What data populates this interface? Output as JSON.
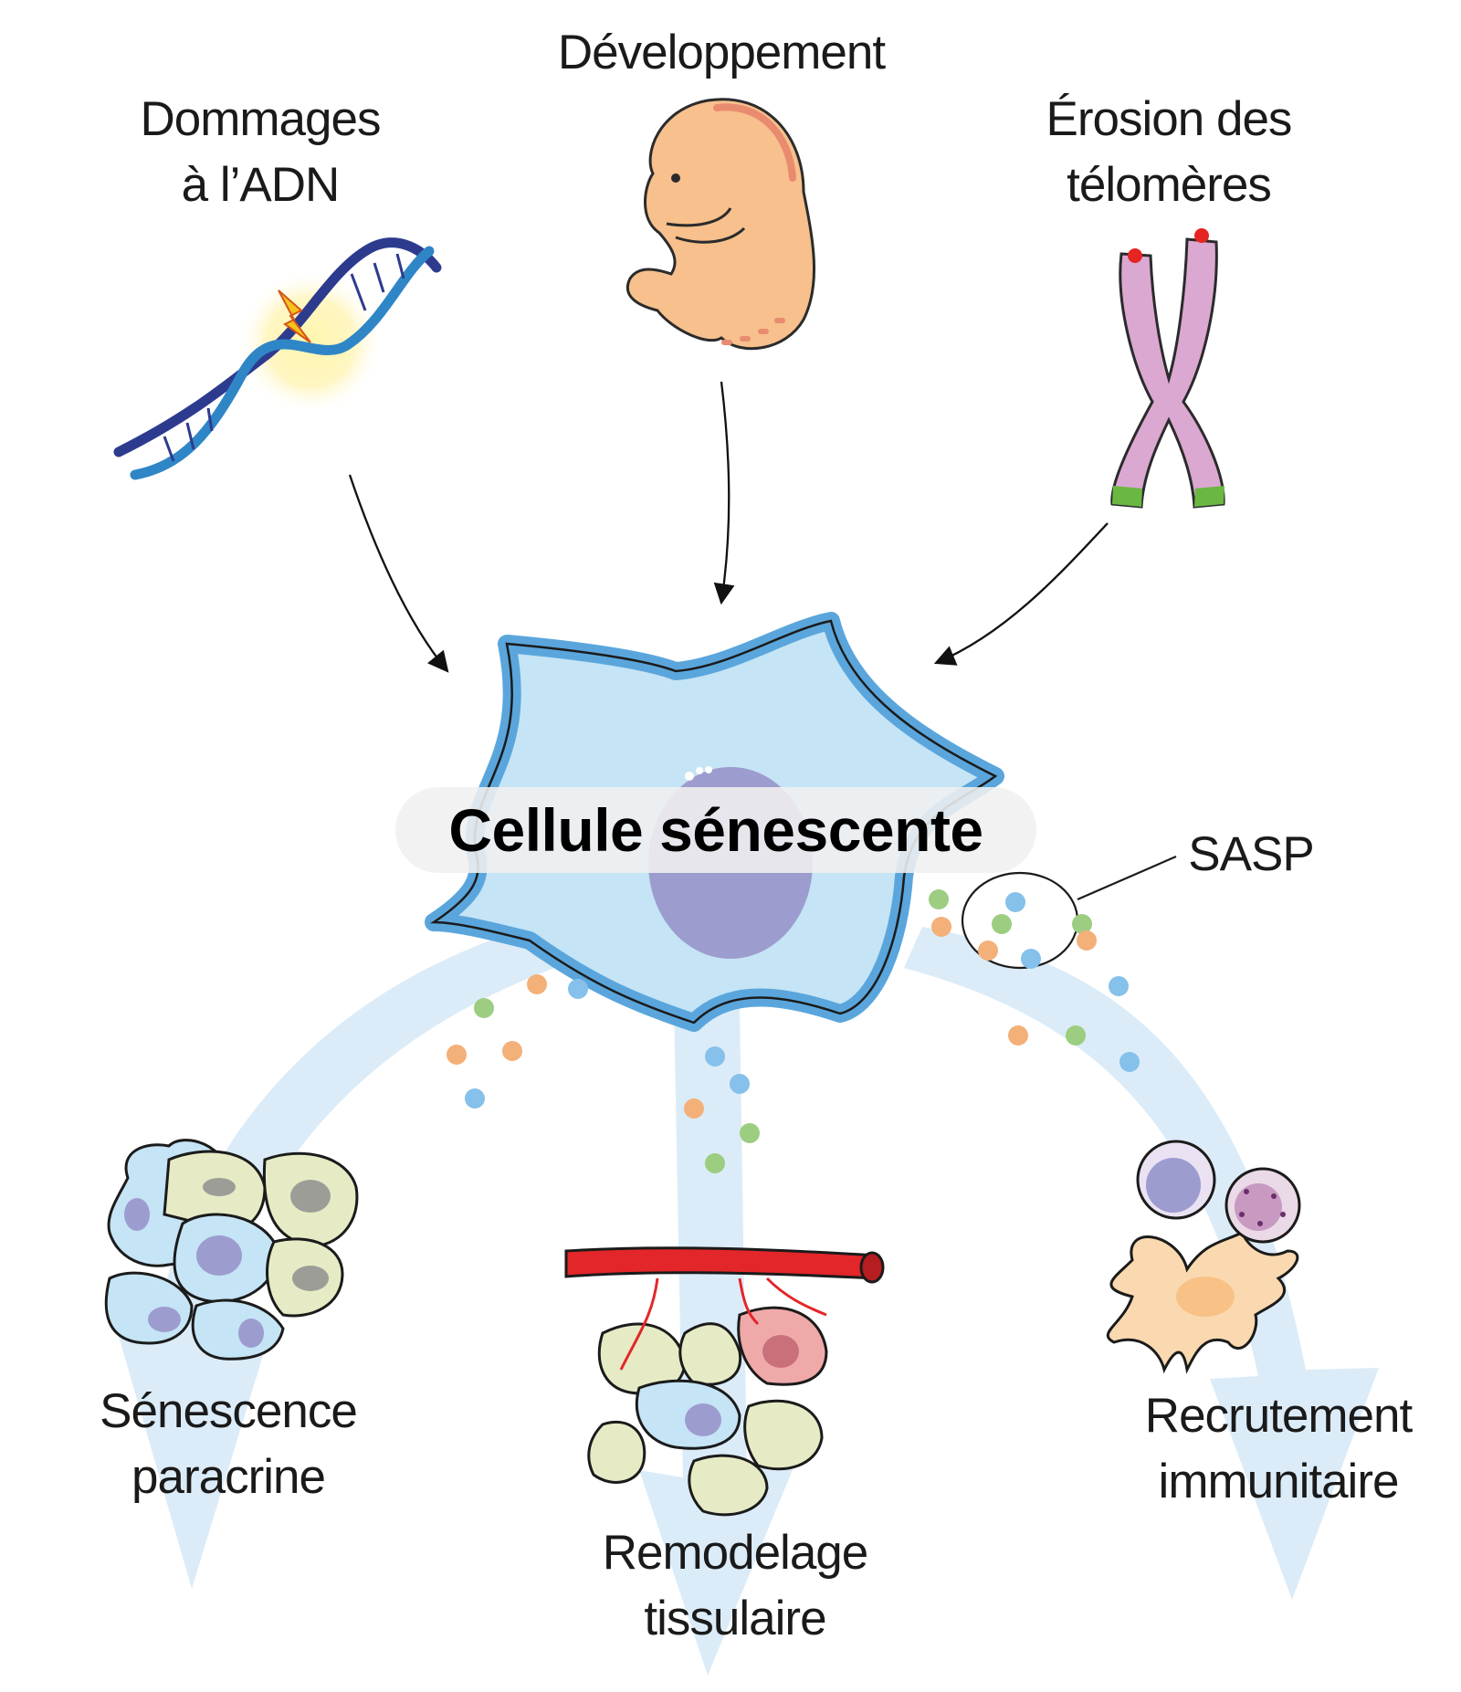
{
  "center": {
    "title": "Cellule sénescente"
  },
  "causes": [
    {
      "id": "dna",
      "lines": [
        "Dommages",
        "à l’ADN"
      ],
      "icon": "dna-damage-icon"
    },
    {
      "id": "dev",
      "lines": [
        "Développement"
      ],
      "icon": "embryo-icon"
    },
    {
      "id": "telo",
      "lines": [
        "Érosion des",
        "télomères"
      ],
      "icon": "chromosome-icon"
    }
  ],
  "sasp": {
    "label": "SASP"
  },
  "outcomes": [
    {
      "id": "paracrine",
      "lines": [
        "Sénescence",
        "paracrine"
      ],
      "icon": "tissue-cells-icon"
    },
    {
      "id": "remodel",
      "lines": [
        "Remodelage",
        "tissulaire"
      ],
      "icon": "blood-vessel-tissue-icon"
    },
    {
      "id": "immune",
      "lines": [
        "Recrutement",
        "immunitaire"
      ],
      "icon": "immune-cells-icon"
    }
  ],
  "colors": {
    "cell_fill": "#c5e4f5",
    "cell_border": "#5aa6dc",
    "nucleus": "#9d9ccf",
    "sasp_green": "#9ccd80",
    "sasp_orange": "#f3b079",
    "sasp_blue": "#85c1ea",
    "flow_arrow": "#dcedf8",
    "chromosome": "#dba8d2",
    "telomere": "#6ab842",
    "embryo": "#f7c08c",
    "vessel": "#e3262a"
  }
}
